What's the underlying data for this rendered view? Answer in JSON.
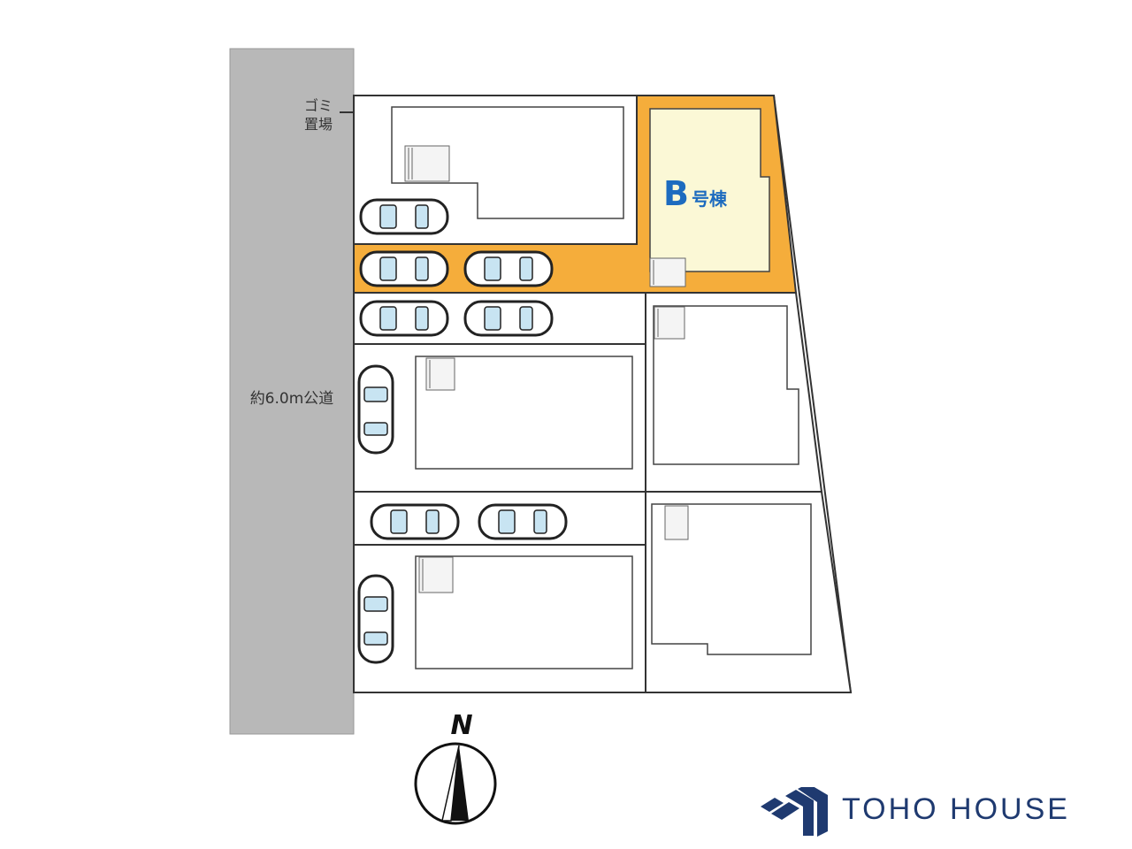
{
  "labels": {
    "garbage": [
      "ゴミ",
      "置場"
    ],
    "road": "約6.0m公道",
    "unit_letter": "B",
    "unit_suffix": "号棟",
    "north": "N"
  },
  "brand": {
    "name": "TOHO HOUSE"
  },
  "colors": {
    "highlight_lot": "#f5ad3b",
    "highlight_house": "#fbf8d6",
    "road": "#b8b8b8",
    "unit_label": "#1d6bbf",
    "brand": "#1f3a70"
  }
}
